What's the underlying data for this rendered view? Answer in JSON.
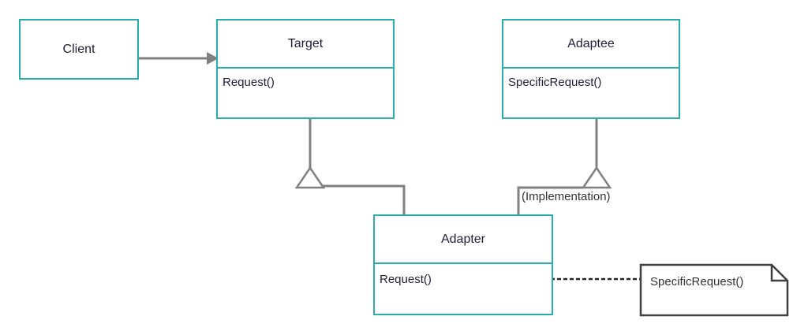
{
  "classes": {
    "client": {
      "name": "Client"
    },
    "target": {
      "name": "Target",
      "method": "Request()"
    },
    "adaptee": {
      "name": "Adaptee",
      "method": "SpecificRequest()"
    },
    "adapter": {
      "name": "Adapter",
      "method": "Request()"
    }
  },
  "labels": {
    "implementation": "(Implementation)"
  },
  "note": {
    "text": "SpecificRequest()"
  },
  "colors": {
    "box_border": "#2aaead",
    "connector": "#808080",
    "note_border": "#404040"
  }
}
